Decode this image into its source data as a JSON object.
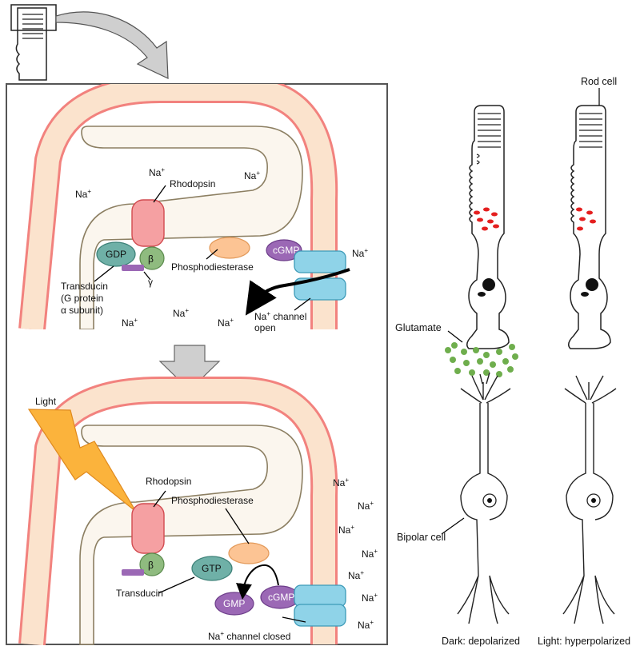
{
  "labels": {
    "rhodopsin": "Rhodopsin",
    "gdp": "GDP",
    "beta": "β",
    "gamma": "γ",
    "transducin_line1": "Transducin",
    "transducin_line2": "(G protein",
    "transducin_line3": "α subunit)",
    "phosphodiesterase": "Phosphodiesterase",
    "cgmp": "cGMP",
    "na": "Na",
    "plus": "+",
    "channel_open_line1": " channel",
    "channel_open_line2": "open",
    "light": "Light",
    "gtp": "GTP",
    "gmp": "GMP",
    "transducin": "Transducin",
    "channel_closed": " channel closed",
    "rod_cell": "Rod cell",
    "glutamate": "Glutamate",
    "bipolar_cell": "Bipolar cell",
    "dark_caption": "Dark: depolarized",
    "light_caption": "Light: hyperpolarized"
  },
  "colors": {
    "membrane_outer": "#f2827e",
    "membrane_fill": "#fbe3cd",
    "disc_fill": "#fbf6ee",
    "disc_stroke": "#8c7f62",
    "rhodopsin": "#f5a0a2",
    "transducin_alpha": "#6fb0a7",
    "beta_gamma": "#8fbb7f",
    "gamma_bar": "#9b68b5",
    "phosphodiesterase": "#fcc494",
    "cgmp": "#9b68b5",
    "channel": "#8fd3e8",
    "light_bolt": "#fbb33c",
    "arrow_gray": "#c8c8c8",
    "glutamate": "#6fae4d",
    "red_dots": "#e41f1f"
  }
}
